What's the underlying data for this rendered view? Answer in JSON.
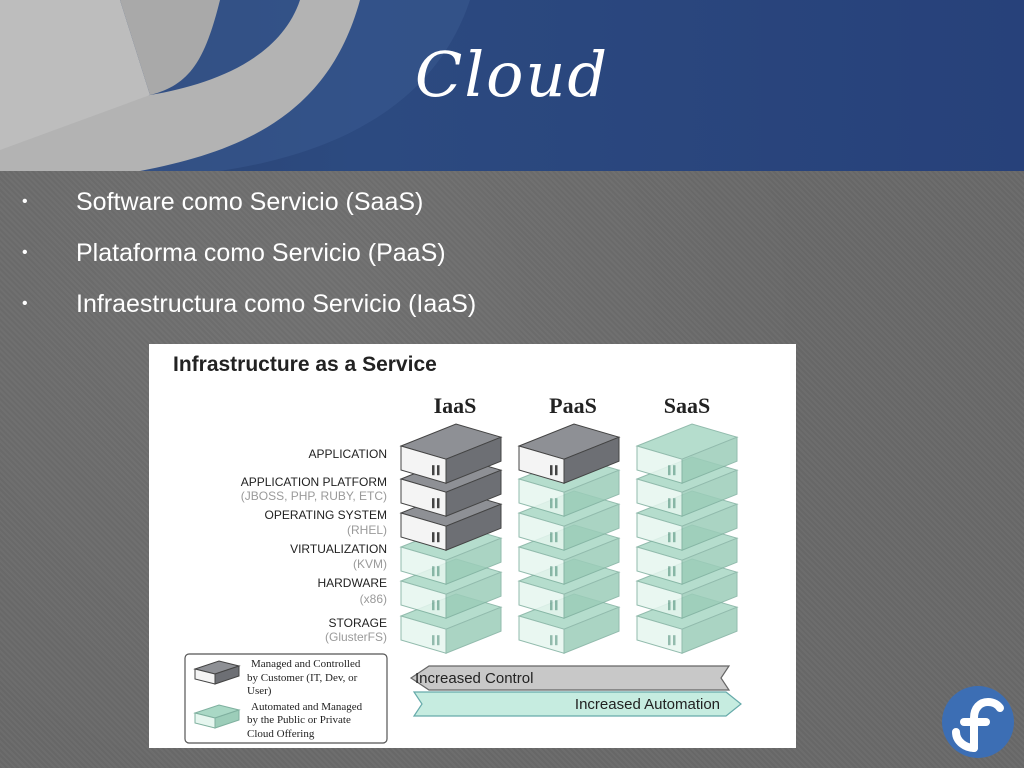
{
  "slide": {
    "title": "Cloud",
    "bullets": [
      "Software como Servicio (SaaS)",
      "Plataforma como Servicio (PaaS)",
      "Infraestructura como Servicio (IaaS)"
    ]
  },
  "figure": {
    "title": "Infrastructure as a Service",
    "columns": [
      "IaaS",
      "PaaS",
      "SaaS"
    ],
    "layers": [
      {
        "name": "APPLICATION",
        "sub": ""
      },
      {
        "name": "APPLICATION PLATFORM",
        "sub": "(JBOSS, PHP, RUBY, ETC)"
      },
      {
        "name": "OPERATING SYSTEM",
        "sub": "(RHEL)"
      },
      {
        "name": "VIRTUALIZATION",
        "sub": "(KVM)"
      },
      {
        "name": "HARDWARE",
        "sub": "(x86)"
      },
      {
        "name": "STORAGE",
        "sub": "(GlusterFS)"
      }
    ],
    "managed_counts": {
      "IaaS": 3,
      "PaaS": 1,
      "SaaS": 0
    },
    "legend": {
      "customer_l1": "Managed and Controlled",
      "customer_l2": "by Customer (IT, Dev, or",
      "customer_l3": "User)",
      "provider_l1": "Automated and Managed",
      "provider_l2": "by the Public or Private",
      "provider_l3": "Cloud Offering"
    },
    "arrows": {
      "control": "Increased Control",
      "automation": "Increased Automation"
    }
  },
  "colors": {
    "header": "#2c4a80",
    "background": "#6a6a6a",
    "customer_box": "#c9cacd",
    "provider_box": "#bfe3d4",
    "logo_blue": "#3c6eb4"
  },
  "icons": [
    "fedora-logo-icon",
    "server-box-icon"
  ]
}
